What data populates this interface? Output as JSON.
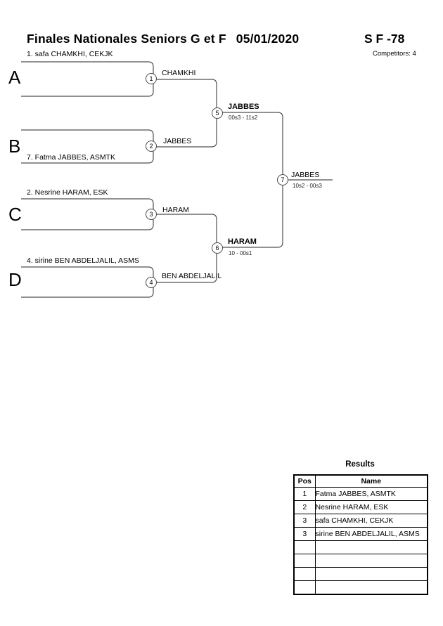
{
  "header": {
    "title": "Finales Nationales Seniors G et F",
    "date": "05/01/2020",
    "category": "S F -78",
    "competitors": "Competitors: 4"
  },
  "bracket": {
    "sections": [
      {
        "letter": "A",
        "seed": "1. safa CHAMKHI, CEKJK"
      },
      {
        "letter": "B",
        "seed": "7. Fatma JABBES, ASMTK"
      },
      {
        "letter": "C",
        "seed": "2. Nesrine HARAM, ESK"
      },
      {
        "letter": "D",
        "seed": "4. sirine BEN ABDELJALIL, ASMS"
      }
    ],
    "matches": [
      {
        "number": "1",
        "winner": "CHAMKHI",
        "score": ""
      },
      {
        "number": "2",
        "winner": "JABBES",
        "score": ""
      },
      {
        "number": "3",
        "winner": "HARAM",
        "score": ""
      },
      {
        "number": "4",
        "winner": "BEN ABDELJALIL",
        "score": ""
      },
      {
        "number": "5",
        "winner": "JABBES",
        "score": "00s3 - 11s2"
      },
      {
        "number": "6",
        "winner": "HARAM",
        "score": "10 - 00s1"
      },
      {
        "number": "7",
        "winner": "JABBES",
        "score": "10s2 - 00s3"
      }
    ]
  },
  "results": {
    "title": "Results",
    "columns": [
      "Pos",
      "Name"
    ],
    "rows": [
      {
        "pos": "1",
        "name": "Fatma JABBES, ASMTK"
      },
      {
        "pos": "2",
        "name": "Nesrine HARAM, ESK"
      },
      {
        "pos": "3",
        "name": "safa CHAMKHI, CEKJK"
      },
      {
        "pos": "3",
        "name": "sirine BEN ABDELJALIL, ASMS"
      }
    ]
  }
}
